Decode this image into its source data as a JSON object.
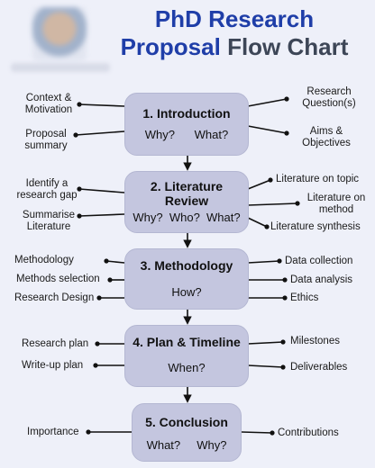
{
  "title": {
    "line1": "PhD Research",
    "line2_blue": "Proposal",
    "line2_grey": "Flow Chart"
  },
  "boxes": [
    {
      "head": "1. Introduction",
      "sub": "Why?      What?"
    },
    {
      "head": "2. Literature\nReview",
      "sub": "Why?  Who?  What?"
    },
    {
      "head": "3. Methodology",
      "sub": "How?"
    },
    {
      "head": "4. Plan & Timeline",
      "sub": "When?"
    },
    {
      "head": "5. Conclusion",
      "sub": "What?     Why?"
    }
  ],
  "labels": {
    "context": "Context &\nMotivation",
    "proposal_summary": "Proposal\nsummary",
    "research_questions": "Research\nQuestion(s)",
    "aims": "Aims &\nObjectives",
    "gap": "Identify a\nresearch gap",
    "summarise": "Summarise\nLiterature",
    "lit_topic": "Literature on topic",
    "lit_method": "Literature on\nmethod",
    "lit_synth": "Literature synthesis",
    "methodology": "Methodology",
    "methods_selection": "Methods selection",
    "research_design": "Research Design",
    "data_collection": "Data collection",
    "data_analysis": "Data analysis",
    "ethics": "Ethics",
    "research_plan": "Research plan",
    "writeup_plan": "Write-up plan",
    "milestones": "Milestones",
    "deliverables": "Deliverables",
    "importance": "Importance",
    "contributions": "Contributions"
  }
}
